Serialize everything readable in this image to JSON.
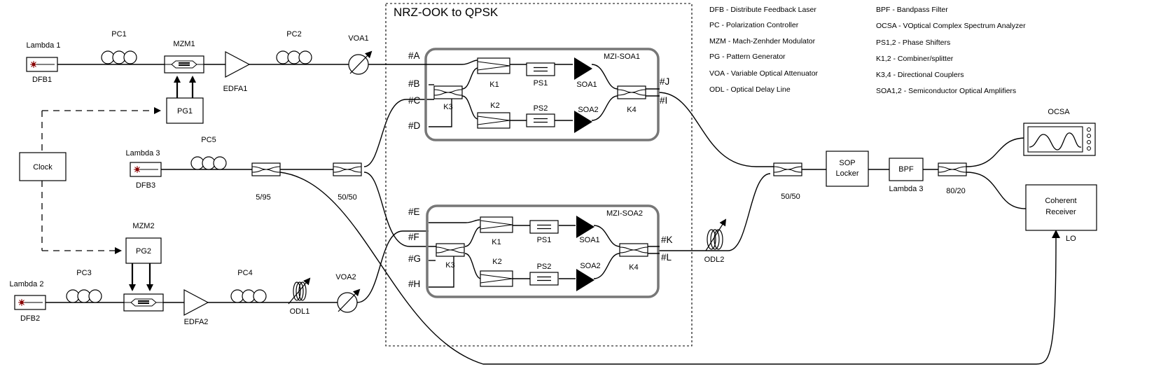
{
  "section_title": "NRZ-OOK to QPSK",
  "legend_left": [
    "DFB - Distribute Feedback Laser",
    "PC - Polarization Controller",
    "MZM - Mach-Zenhder Modulator",
    "PG - Pattern Generator",
    "VOA - Variable Optical Attenuator",
    "ODL - Optical Delay Line"
  ],
  "legend_right": [
    "BPF - Bandpass Filter",
    "OCSA - VOptical Complex Spectrum Analyzer",
    "PS1,2 - Phase Shifters",
    "K1,2 - Combiner/splitter",
    "K3,4 - Directional Couplers",
    "SOA1,2 - Semiconductor Optical Amplifiers"
  ],
  "labels": {
    "lambda1": "Lambda 1",
    "dfb1": "DFB1",
    "pc1": "PC1",
    "mzm1": "MZM1",
    "edfa1": "EDFA1",
    "pc2": "PC2",
    "voa1": "VOA1",
    "pg1": "PG1",
    "clock": "Clock",
    "lambda3": "Lambda 3",
    "dfb3": "DFB3",
    "pc5": "PC5",
    "c595": "5/95",
    "c5050a": "50/50",
    "mzm2": "MZM2",
    "pg2": "PG2",
    "lambda2": "Lambda 2",
    "dfb2": "DFB2",
    "pc3": "PC3",
    "edfa2": "EDFA2",
    "pc4": "PC4",
    "odl1": "ODL1",
    "voa2": "VOA2",
    "mzi1": "MZI-SOA1",
    "mzi2": "MZI-SOA2",
    "k1": "K1",
    "k2": "K2",
    "k3": "K3",
    "k4": "K4",
    "ps1": "PS1",
    "ps2": "PS2",
    "soa1": "SOA1",
    "soa2": "SOA2",
    "odl2": "ODL2",
    "c5050b": "50/50",
    "sop1": "SOP",
    "sop2": "Locker",
    "bpf": "BPF",
    "lambda3b": "Lambda 3",
    "c8020": "80/20",
    "ocsa": "OCSA",
    "coh1": "Coherent",
    "coh2": "Receiver",
    "lo": "LO"
  },
  "ports": [
    "#A",
    "#B",
    "#C",
    "#D",
    "#J",
    "#I",
    "#E",
    "#F",
    "#G",
    "#H",
    "#K",
    "#L"
  ]
}
